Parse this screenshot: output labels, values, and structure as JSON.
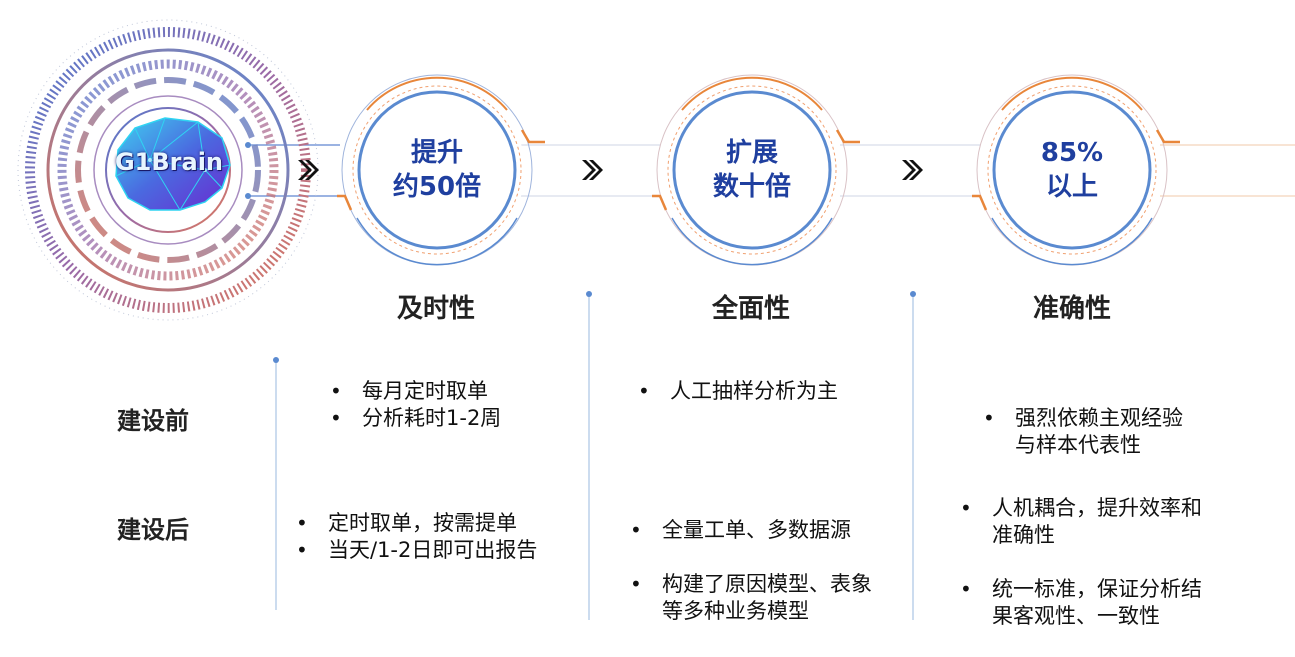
{
  "logo": {
    "text": "G1Brain",
    "icon": "brain-logo-icon"
  },
  "stages": [
    {
      "circle_line1": "提升",
      "circle_line2": "约50倍",
      "title": "及时性"
    },
    {
      "circle_line1": "扩展",
      "circle_line2": "数十倍",
      "title": "全面性"
    },
    {
      "circle_line1": "85%",
      "circle_line2": "以上",
      "title": "准确性"
    }
  ],
  "rows": {
    "before": "建设前",
    "after": "建设后"
  },
  "before": [
    [
      "每月定时取单",
      "分析耗时1-2周"
    ],
    [
      "人工抽样分析为主"
    ],
    [
      "强烈依赖主观经验\n与样本代表性"
    ]
  ],
  "after": [
    [
      "定时取单，按需提单",
      "当天/1-2日即可出报告"
    ],
    [
      "全量工单、多数据源",
      "构建了原因模型、表象\n等多种业务模型"
    ],
    [
      "人机耦合，提升效率和\n准确性",
      "统一标准，保证分析结\n果客观性、一致性"
    ]
  ],
  "colors": {
    "accent_blue": "#1f3f9f",
    "accent_orange": "#e8863a",
    "ring_blue": "#5a8ad0",
    "ring_pink": "#c87878",
    "ring_purple": "#8a6ab0"
  },
  "icons": [
    "arrow-chevron-icon",
    "arrow-chevron-icon",
    "arrow-chevron-icon"
  ]
}
